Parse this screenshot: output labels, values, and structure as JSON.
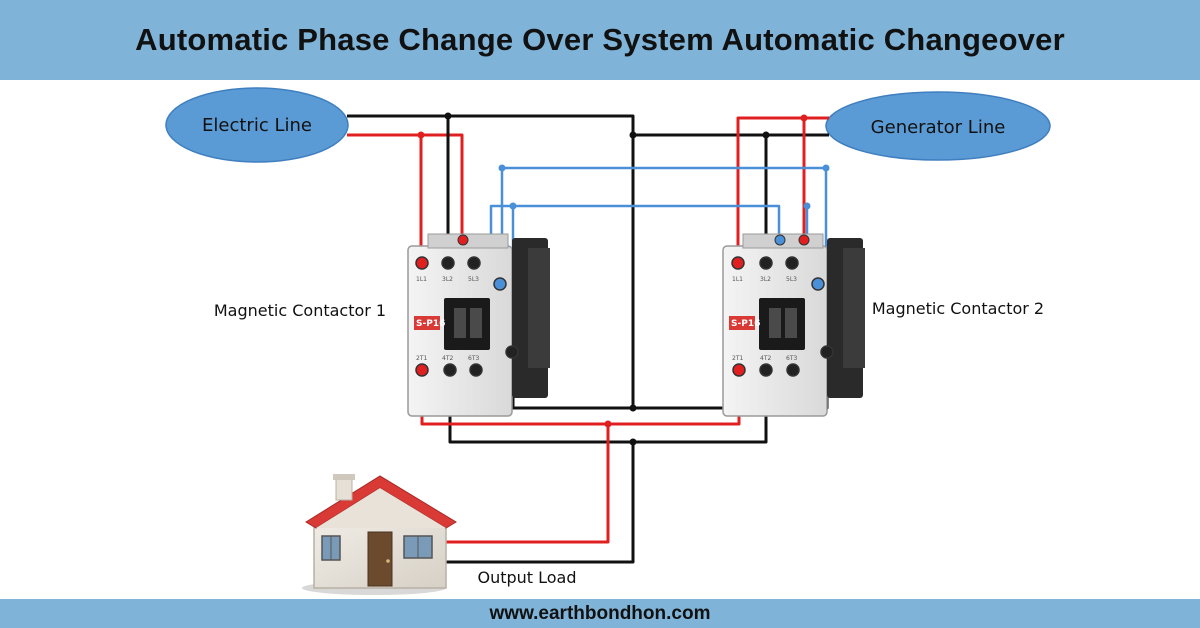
{
  "header": {
    "title": "Automatic Phase Change Over System Automatic Changeover"
  },
  "sources": {
    "electric": "Electric Line",
    "generator": "Generator Line"
  },
  "contactors": {
    "c1": {
      "label": "Magnetic Contactor 1",
      "badge": "S-P16",
      "top_terminals": [
        "1L1",
        "3L2",
        "5L3"
      ],
      "bottom_terminals": [
        "2T1",
        "4T2",
        "6T3"
      ]
    },
    "c2": {
      "label": "Magnetic Contactor 2",
      "badge": "S-P16",
      "top_terminals": [
        "1L1",
        "3L2",
        "5L3"
      ],
      "bottom_terminals": [
        "2T1",
        "4T2",
        "6T3"
      ]
    }
  },
  "load": {
    "label": "Output Load"
  },
  "footer": {
    "website": "www.earthbondhon.com"
  },
  "colors": {
    "header_bg": "#7fb3d8",
    "ellipse": "#5b9bd5",
    "wire_red": "#e02020",
    "wire_black": "#111111",
    "wire_blue": "#4a90d9",
    "roof": "#d93a35"
  }
}
